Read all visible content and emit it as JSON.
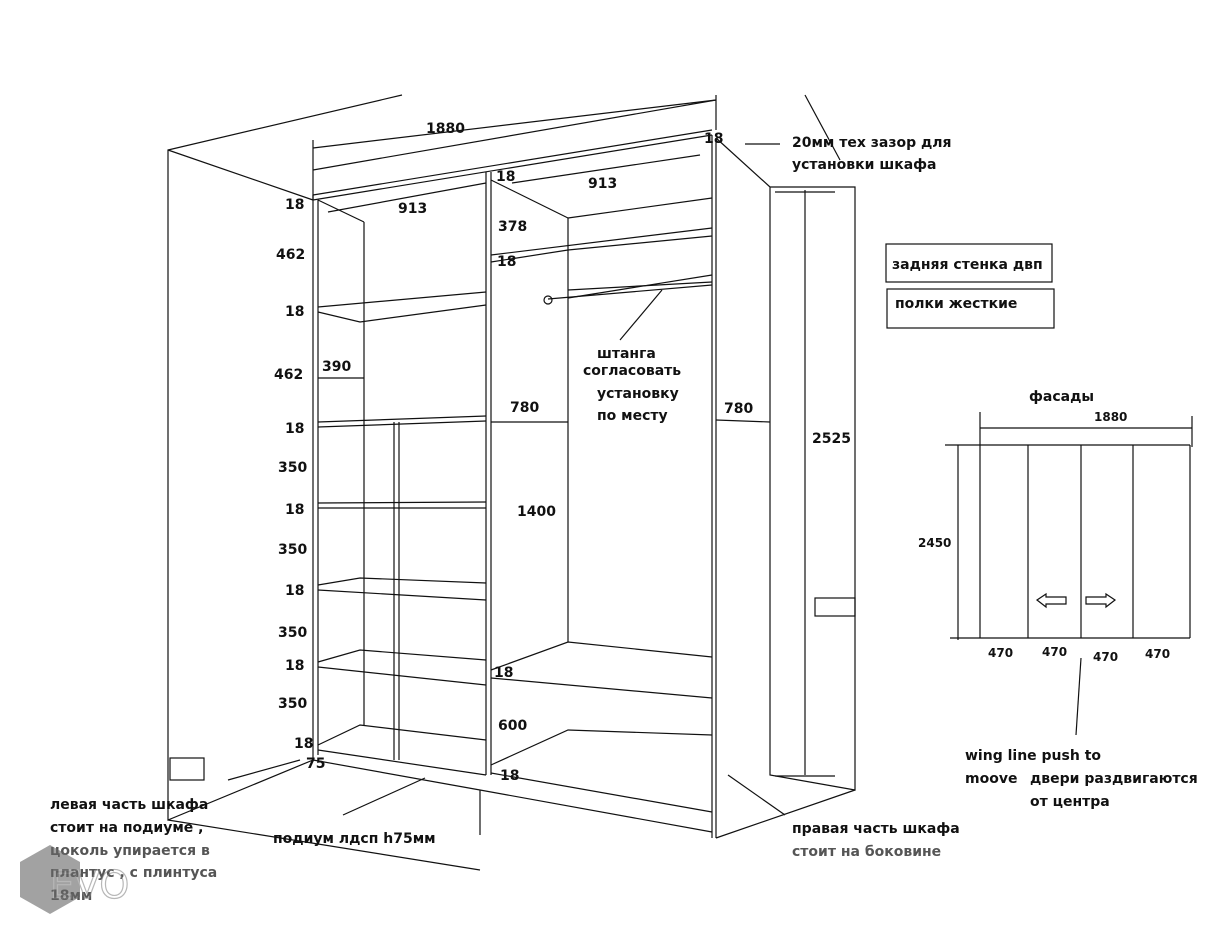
{
  "dimensions": {
    "total_width": "1880",
    "section_width_left": "913",
    "section_width_right": "913",
    "panel_18": "18",
    "shelf_462": "462",
    "shelf_350": "350",
    "depth_390": "390",
    "top_378": "378",
    "depth_780_center": "780",
    "depth_780_right": "780",
    "height_1400": "1400",
    "height_600": "600",
    "height_2525": "2525",
    "podium_75": "75"
  },
  "notes": {
    "gap_line1": "20мм тех зазор для",
    "gap_line2": "установки шкафа",
    "back_wall": "задняя стенка двп",
    "shelves": "полки жесткие",
    "rod_line1": "штанга",
    "rod_line2": "согласовать",
    "rod_line3": "установку",
    "rod_line4": "по месту",
    "left_line1": "левая часть шкафа",
    "left_line2": "стоит на подиуме ,",
    "left_line3": "цоколь упирается в",
    "left_line4": "плантус , с плинтуса",
    "left_line5": "18мм",
    "podium": "подиум лдсп h75мм",
    "right_line1": "правая часть шкафа",
    "right_line2": "стоит на боковине"
  },
  "facades": {
    "title": "фасады",
    "width": "1880",
    "height": "2450",
    "door_widths": [
      "470",
      "470",
      "470",
      "470"
    ],
    "note_line1": "wing line push to",
    "note_line2": "moove",
    "note_line3": "двери раздвигаются",
    "note_line4": "от центра"
  },
  "watermark": "EVO"
}
